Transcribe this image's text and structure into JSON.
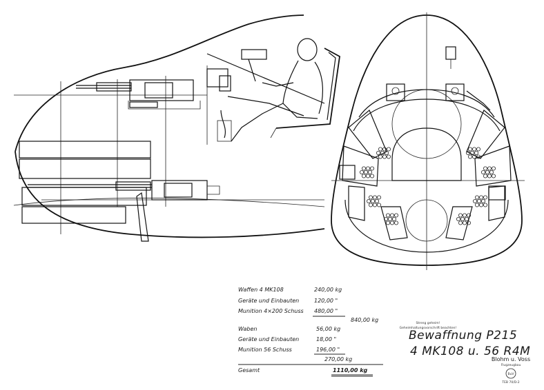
{
  "drawing": {
    "title": "Bewaffnung P215",
    "subtitle": "4 MK108 u. 56 R4M",
    "maker": "Blohm u. Voss",
    "maker_sub": "Flugzeugbau",
    "logo": "BuV",
    "stamp_line1": "Streng geheim!",
    "stamp_line2": "Geheimhaltungsvorschrift beachten!",
    "doc_number": "TEB 70/D-2"
  },
  "weights": {
    "group1": [
      {
        "label": "Waffen 4 MK108",
        "value": "240,00 kg"
      },
      {
        "label": "Geräte und Einbauten",
        "value": "120,00 \""
      },
      {
        "label": "Munition 4×200 Schuss",
        "value": "480,00 \""
      }
    ],
    "subtotal1": "840,00 kg",
    "group2": [
      {
        "label": "Waben",
        "value": "56,00 kg"
      },
      {
        "label": "Geräte und Einbauten",
        "value": "18,00 \""
      },
      {
        "label": "Munition 56 Schuss",
        "value": "196,00 \""
      }
    ],
    "subtotal2": "270,00 kg",
    "total_label": "Gesamt",
    "total_value": "1110,00 kg"
  }
}
